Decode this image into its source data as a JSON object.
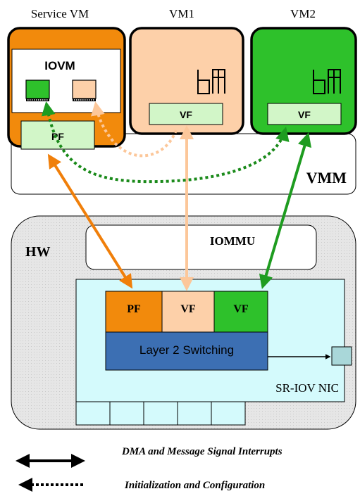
{
  "vms": {
    "service_vm": {
      "title": "Service VM",
      "iovm_label": "IOVM",
      "pf_label": "PF"
    },
    "vm1": {
      "title": "VM1",
      "vf_label": "VF"
    },
    "vm2": {
      "title": "VM2",
      "vf_label": "VF"
    }
  },
  "vmm": {
    "label": "VMM"
  },
  "hw": {
    "label": "HW",
    "iommu_label": "IOMMU",
    "nic": {
      "label": "SR-IOV NIC",
      "switch_label": "Layer 2 Switching",
      "functions": [
        "PF",
        "VF",
        "VF"
      ]
    }
  },
  "legend": {
    "solid_label": "DMA and Message Signal Interrupts",
    "dotted_label": "Initialization and Configuration"
  },
  "colors": {
    "orange": "#f28a0c",
    "peach": "#fdd0a9",
    "green": "#2ec12b",
    "light_green": "#d2f6c8",
    "cyan": "#d4fafc",
    "switch_blue": "#3c6fb3",
    "hw_gray": "#e6e6e6"
  }
}
